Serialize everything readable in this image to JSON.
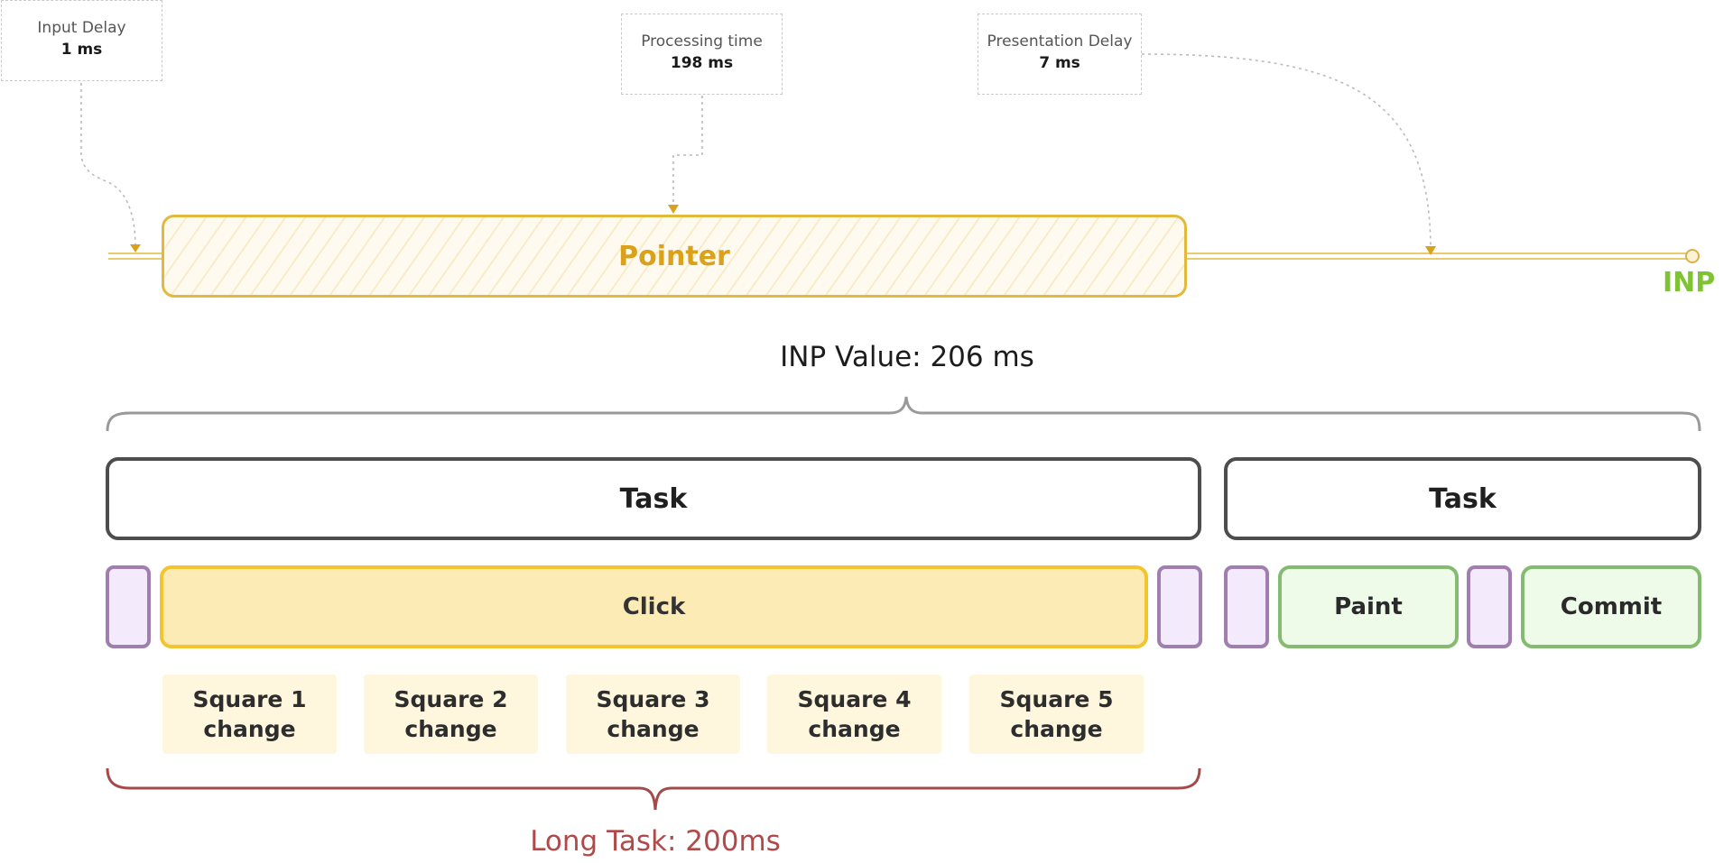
{
  "callouts": {
    "input_delay": {
      "label": "Input Delay",
      "value": "1 ms"
    },
    "processing_time": {
      "label": "Processing time",
      "value": "198 ms"
    },
    "presentation_delay": {
      "label": "Presentation Delay",
      "value": "7 ms"
    }
  },
  "pointer": {
    "label": "Pointer"
  },
  "inp": {
    "label": "INP",
    "value_text": "INP Value: 206 ms"
  },
  "tasks": {
    "left": "Task",
    "right": "Task"
  },
  "events": {
    "click": "Click",
    "paint": "Paint",
    "commit": "Commit"
  },
  "squares": [
    {
      "line1": "Square 1",
      "line2": "change"
    },
    {
      "line1": "Square 2",
      "line2": "change"
    },
    {
      "line1": "Square 3",
      "line2": "change"
    },
    {
      "line1": "Square 4",
      "line2": "change"
    },
    {
      "line1": "Square 5",
      "line2": "change"
    }
  ],
  "long_task": {
    "label": "Long Task: 200ms"
  },
  "colors": {
    "pointer": "#e2b93b",
    "inp_green": "#7fc334",
    "task_border": "#4d4d4d",
    "click": "#f3c430",
    "green_event": "#84bb70",
    "purple": "#a07fb0",
    "long_task": "#b04a4a"
  }
}
